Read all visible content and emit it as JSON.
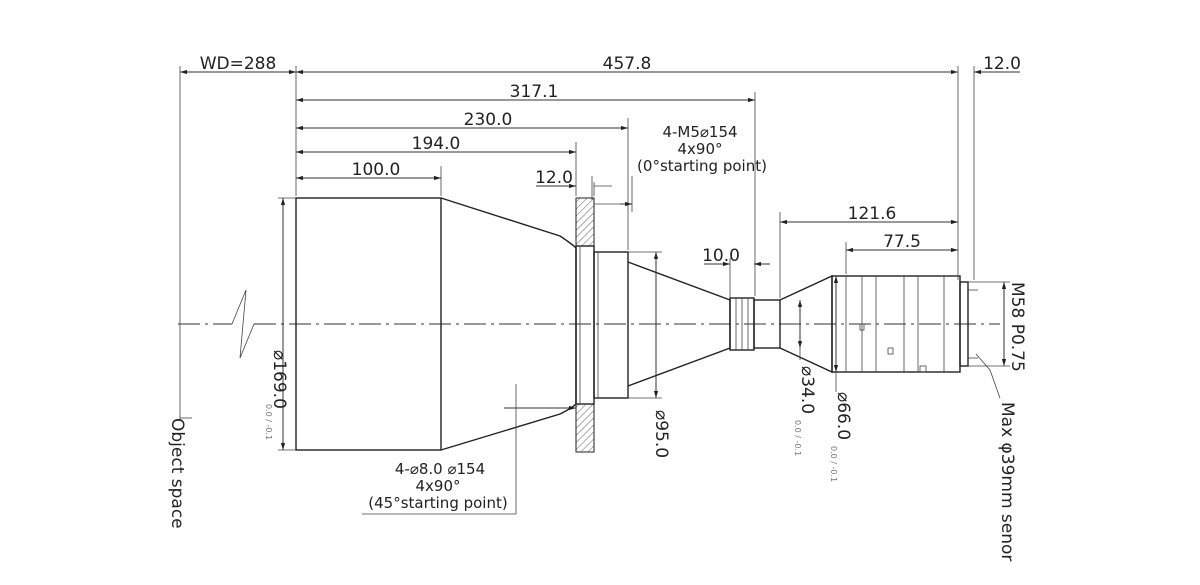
{
  "drawing": {
    "dims": {
      "wd": "WD=288",
      "total_length": "457.8",
      "back_length": "12.0",
      "len_317": "317.1",
      "len_230": "230.0",
      "len_194": "194.0",
      "len_100": "100.0",
      "flange_thickness": "12.0",
      "len_10": "10.0",
      "len_121": "121.6",
      "len_77": "77.5"
    },
    "diameters": {
      "front": "⌀169.0",
      "front_tol": "0.0 / -0.1",
      "mid": "⌀95.0",
      "narrow": "⌀34.0",
      "narrow_tol": "0.0 / -0.1",
      "rear": "⌀66.0",
      "rear_tol": "0.0 / -0.1"
    },
    "notes": {
      "top_line1": "4-M5⌀154",
      "top_line2": "4x90°",
      "top_line3": "(0°starting point)",
      "bottom_line1": "4-⌀8.0  ⌀154",
      "bottom_line2": "4x90°",
      "bottom_line3": "(45°starting point)",
      "thread": "M58 P0.75",
      "sensor": "Max φ39mm senor",
      "object_space": "Object space"
    }
  }
}
